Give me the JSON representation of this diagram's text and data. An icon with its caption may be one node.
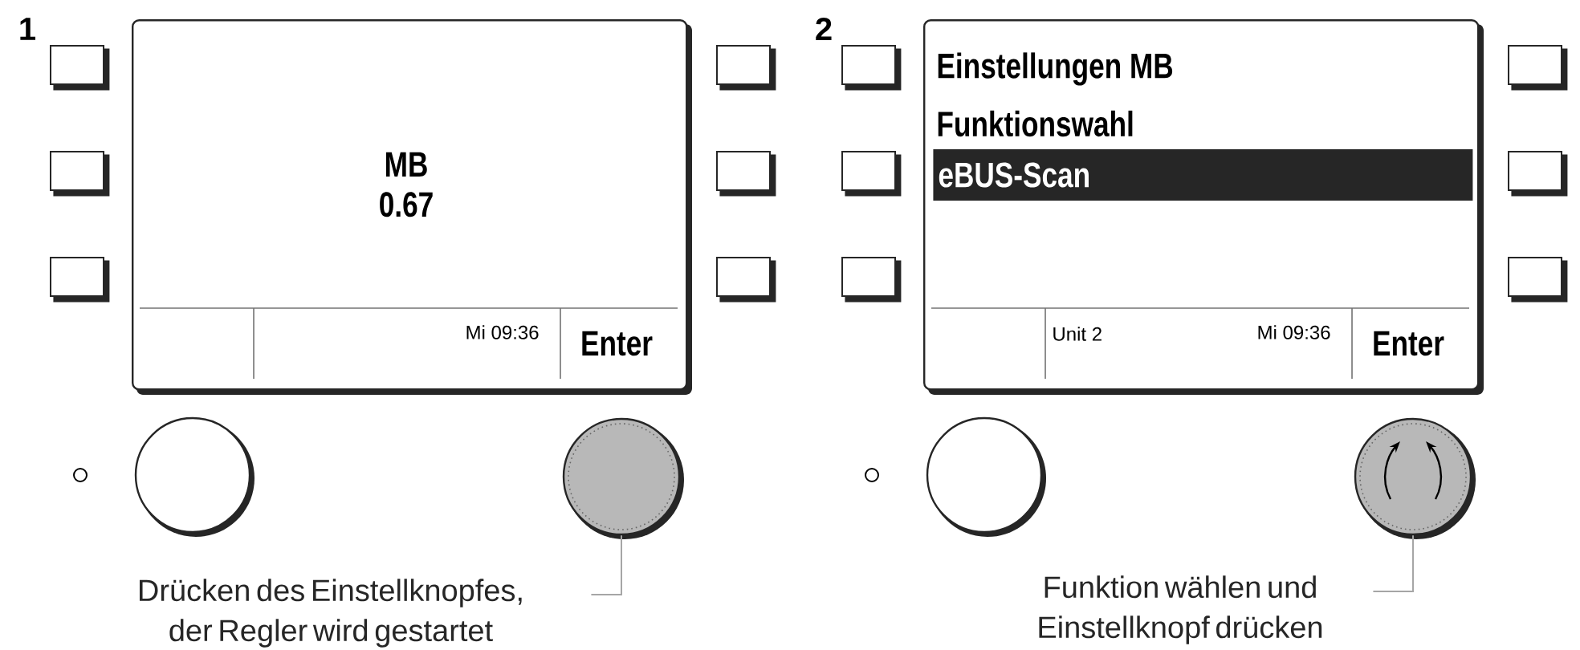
{
  "diagram": {
    "nodes": [
      {
        "text": [
          "MB 0.67",
          "Mi 09:36",
          "Enter"
        ]
      },
      {
        "text": [],
        "shape": "circle"
      },
      {
        "text": [
          "Drücken des Einstellknopfes, der Regler wird gestartet"
        ]
      },
      {
        "text": [
          "Einstellungen MB",
          "Funktionswahl",
          "eBUS-Scan",
          "Unit 2",
          "Mi 09:36",
          "Enter"
        ]
      },
      {
        "text": [],
        "shape": "circle"
      },
      {
        "text": [
          "Funktion wählen und Einstellknopf drücken"
        ]
      },
      {
        "text": [],
        "shape": "box"
      },
      {
        "text": [],
        "shape": "box"
      },
      {
        "text": [],
        "shape": "box"
      },
      {
        "text": [],
        "shape": "box"
      },
      {
        "text": [],
        "shape": "box"
      },
      {
        "text": [],
        "shape": "box"
      },
      {
        "text": [],
        "shape": "circle"
      },
      {
        "text": [],
        "shape": "box"
      },
      {
        "text": [],
        "shape": "box"
      },
      {
        "text": [],
        "shape": "box"
      },
      {
        "text": [],
        "shape": "box"
      },
      {
        "text": [],
        "shape": "box"
      },
      {
        "text": [],
        "shape": "box"
      },
      {
        "text": [],
        "shape": "circle"
      }
    ],
    "edges": [
      {
        "from": 2,
        "to": 4,
        "arrow": "none"
      },
      {
        "from": 5,
        "to": 19,
        "arrow": "none"
      }
    ],
    "labels": [
      "1",
      "2"
    ]
  }
}
